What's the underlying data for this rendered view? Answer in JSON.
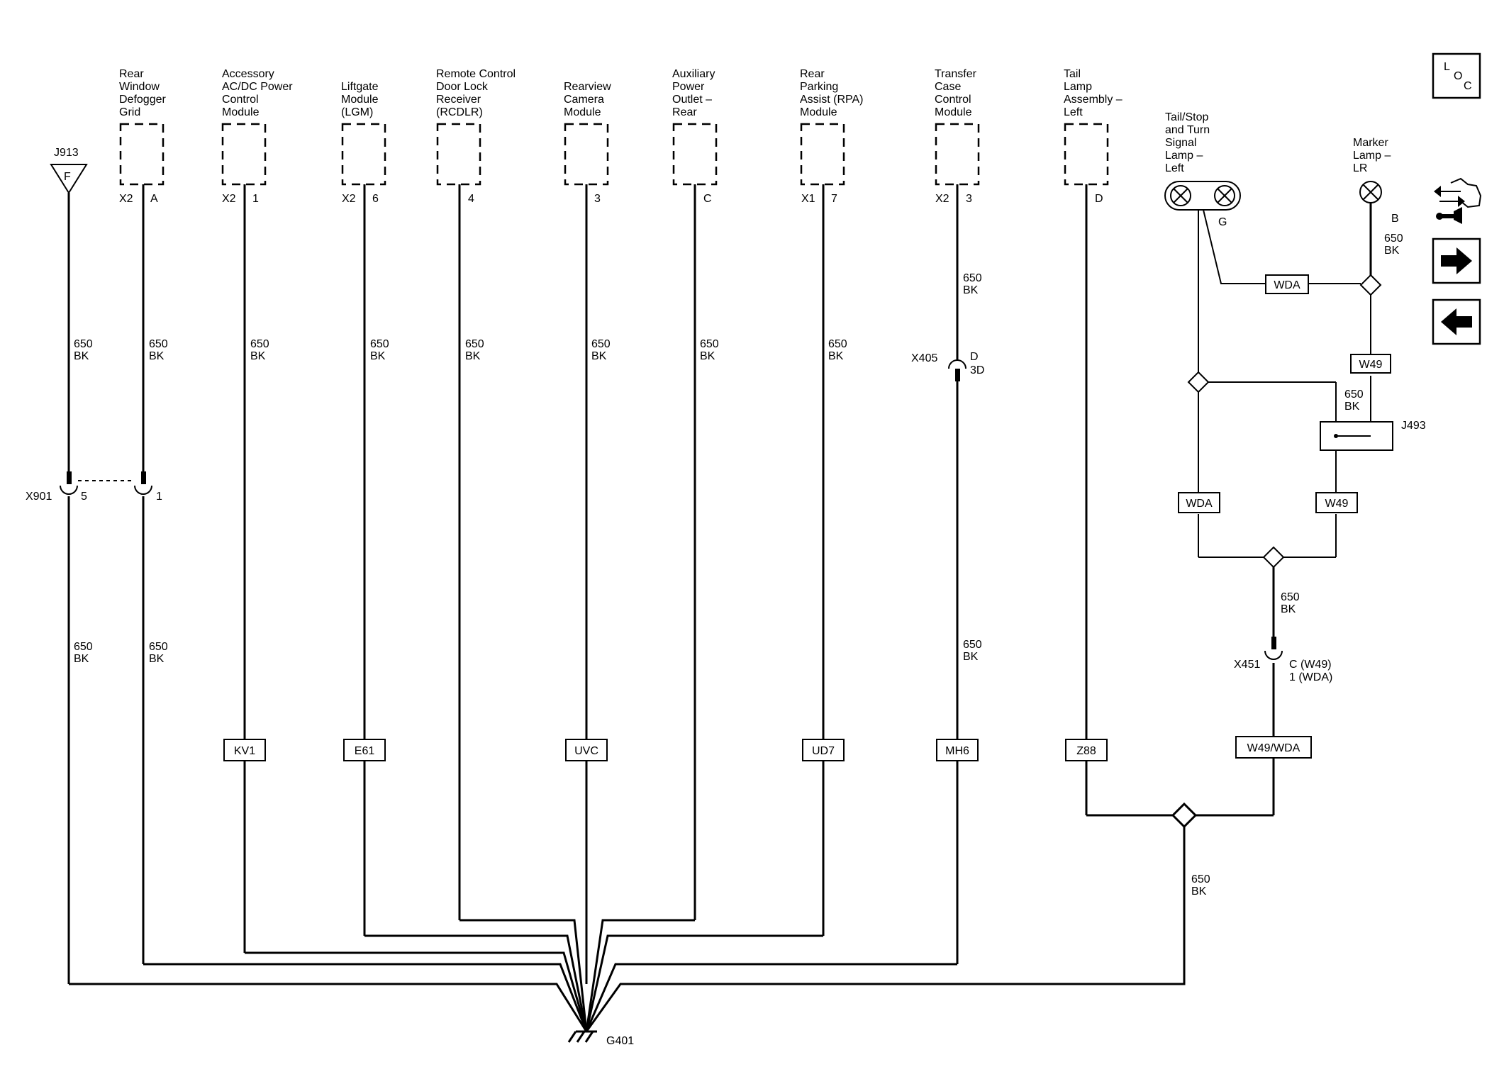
{
  "components": {
    "rear_window_defogger": {
      "l1": "Rear",
      "l2": "Window",
      "l3": "Defogger",
      "l4": "Grid",
      "conn": "X2",
      "pin": "A"
    },
    "accessory_power_module": {
      "l1": "Accessory",
      "l2": "AC/DC Power",
      "l3": "Control",
      "l4": "Module",
      "conn": "X2",
      "pin": "1"
    },
    "liftgate_module": {
      "l1": "Liftgate",
      "l2": "Module",
      "l3": "(LGM)",
      "conn": "X2",
      "pin": "6"
    },
    "rcdlr": {
      "l1": "Remote Control",
      "l2": "Door Lock",
      "l3": "Receiver",
      "l4": "(RCDLR)",
      "pin": "4"
    },
    "rearview_camera": {
      "l1": "Rearview",
      "l2": "Camera",
      "l3": "Module",
      "pin": "3"
    },
    "aux_power_outlet": {
      "l1": "Auxiliary",
      "l2": "Power",
      "l3": "Outlet –",
      "l4": "Rear",
      "pin": "C"
    },
    "rpa_module": {
      "l1": "Rear",
      "l2": "Parking",
      "l3": "Assist (RPA)",
      "l4": "Module",
      "conn": "X1",
      "pin": "7"
    },
    "transfer_case_module": {
      "l1": "Transfer",
      "l2": "Case",
      "l3": "Control",
      "l4": "Module",
      "conn": "X2",
      "pin": "3"
    },
    "tail_lamp_assembly": {
      "l1": "Tail",
      "l2": "Lamp",
      "l3": "Assembly –",
      "l4": "Left",
      "pin": "D"
    },
    "tail_stop_turn_lamp": {
      "l1": "Tail/Stop",
      "l2": "and Turn",
      "l3": "Signal",
      "l4": "Lamp –",
      "l5": "Left",
      "pin": "G"
    },
    "marker_lamp": {
      "l1": "Marker",
      "l2": "Lamp –",
      "l3": "LR",
      "pin": "B"
    }
  },
  "wire": {
    "circuit": "650",
    "color": "BK"
  },
  "connectors": {
    "j913": "J913",
    "j913_pin": "F",
    "x901": "X901",
    "x901_pin_a": "5",
    "x901_pin_b": "1",
    "x405": "X405",
    "x405_pin_a": "D",
    "x405_pin_b": "3D",
    "j493": "J493",
    "x451": "X451",
    "x451_pin_a": "C (W49)",
    "x451_pin_b": "1 (WDA)",
    "g401": "G401"
  },
  "options": {
    "kv1": "KV1",
    "e61": "E61",
    "uvc": "UVC",
    "ud7": "UD7",
    "mh6": "MH6",
    "z88": "Z88",
    "wda": "WDA",
    "w49": "W49",
    "w49_wda": "W49/WDA"
  },
  "nav": {
    "loc_l": "L",
    "loc_o": "O",
    "loc_c": "C"
  }
}
